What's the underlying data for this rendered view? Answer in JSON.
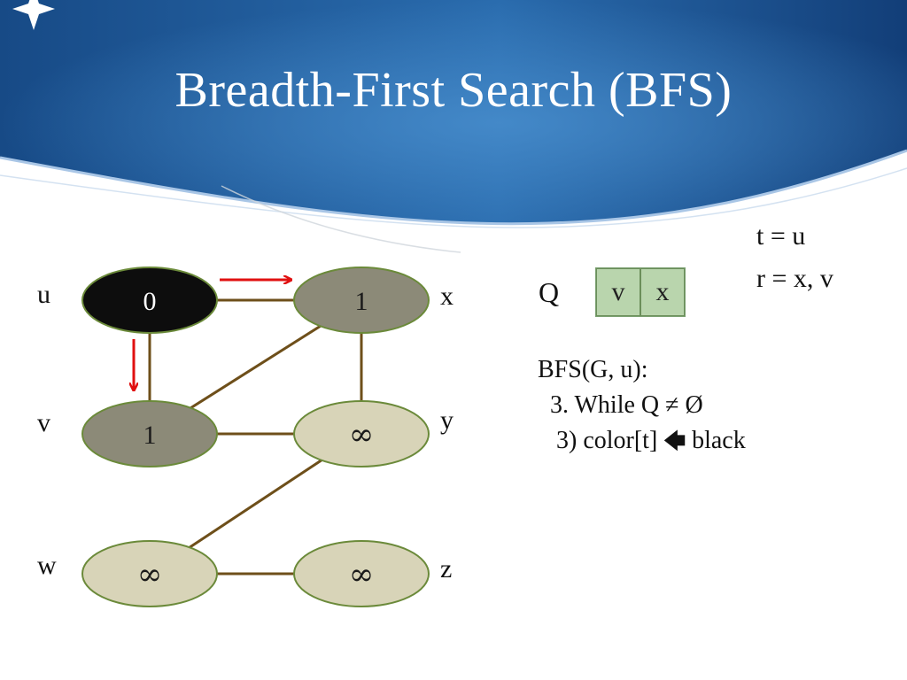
{
  "slide": {
    "title": "Breadth-First Search (BFS)"
  },
  "vertices": [
    {
      "id": "u",
      "label": "u",
      "value": "0",
      "state": "black"
    },
    {
      "id": "x",
      "label": "x",
      "value": "1",
      "state": "gray"
    },
    {
      "id": "v",
      "label": "v",
      "value": "1",
      "state": "gray"
    },
    {
      "id": "y",
      "label": "y",
      "value": "∞",
      "state": "white"
    },
    {
      "id": "w",
      "label": "w",
      "value": "∞",
      "state": "white"
    },
    {
      "id": "z",
      "label": "z",
      "value": "∞",
      "state": "white"
    }
  ],
  "edges": [
    [
      "u",
      "x"
    ],
    [
      "u",
      "v"
    ],
    [
      "v",
      "x"
    ],
    [
      "x",
      "y"
    ],
    [
      "v",
      "y"
    ],
    [
      "y",
      "w"
    ],
    [
      "w",
      "z"
    ]
  ],
  "tree_edges": [
    [
      "u",
      "x"
    ],
    [
      "u",
      "v"
    ]
  ],
  "colors": {
    "black_fill": "#0d0d0d",
    "gray_fill": "#8c8a78",
    "white_fill": "#d8d4b8",
    "node_stroke": "#6b8a3a",
    "edge": "#6e4f1a",
    "arrow": "#e01010",
    "queue_fill": "#b9d5ad"
  },
  "vars": {
    "t_line": "t = u",
    "r_line": "r = x, v"
  },
  "queue": {
    "label": "Q",
    "items": [
      "v",
      "x"
    ]
  },
  "code": {
    "line1": "BFS(G, u):",
    "line2": "  3. While Q ≠ Ø",
    "line3_prefix": "   3) color[t] ",
    "line3_arrow": "🡄",
    "line3_suffix": " black"
  }
}
